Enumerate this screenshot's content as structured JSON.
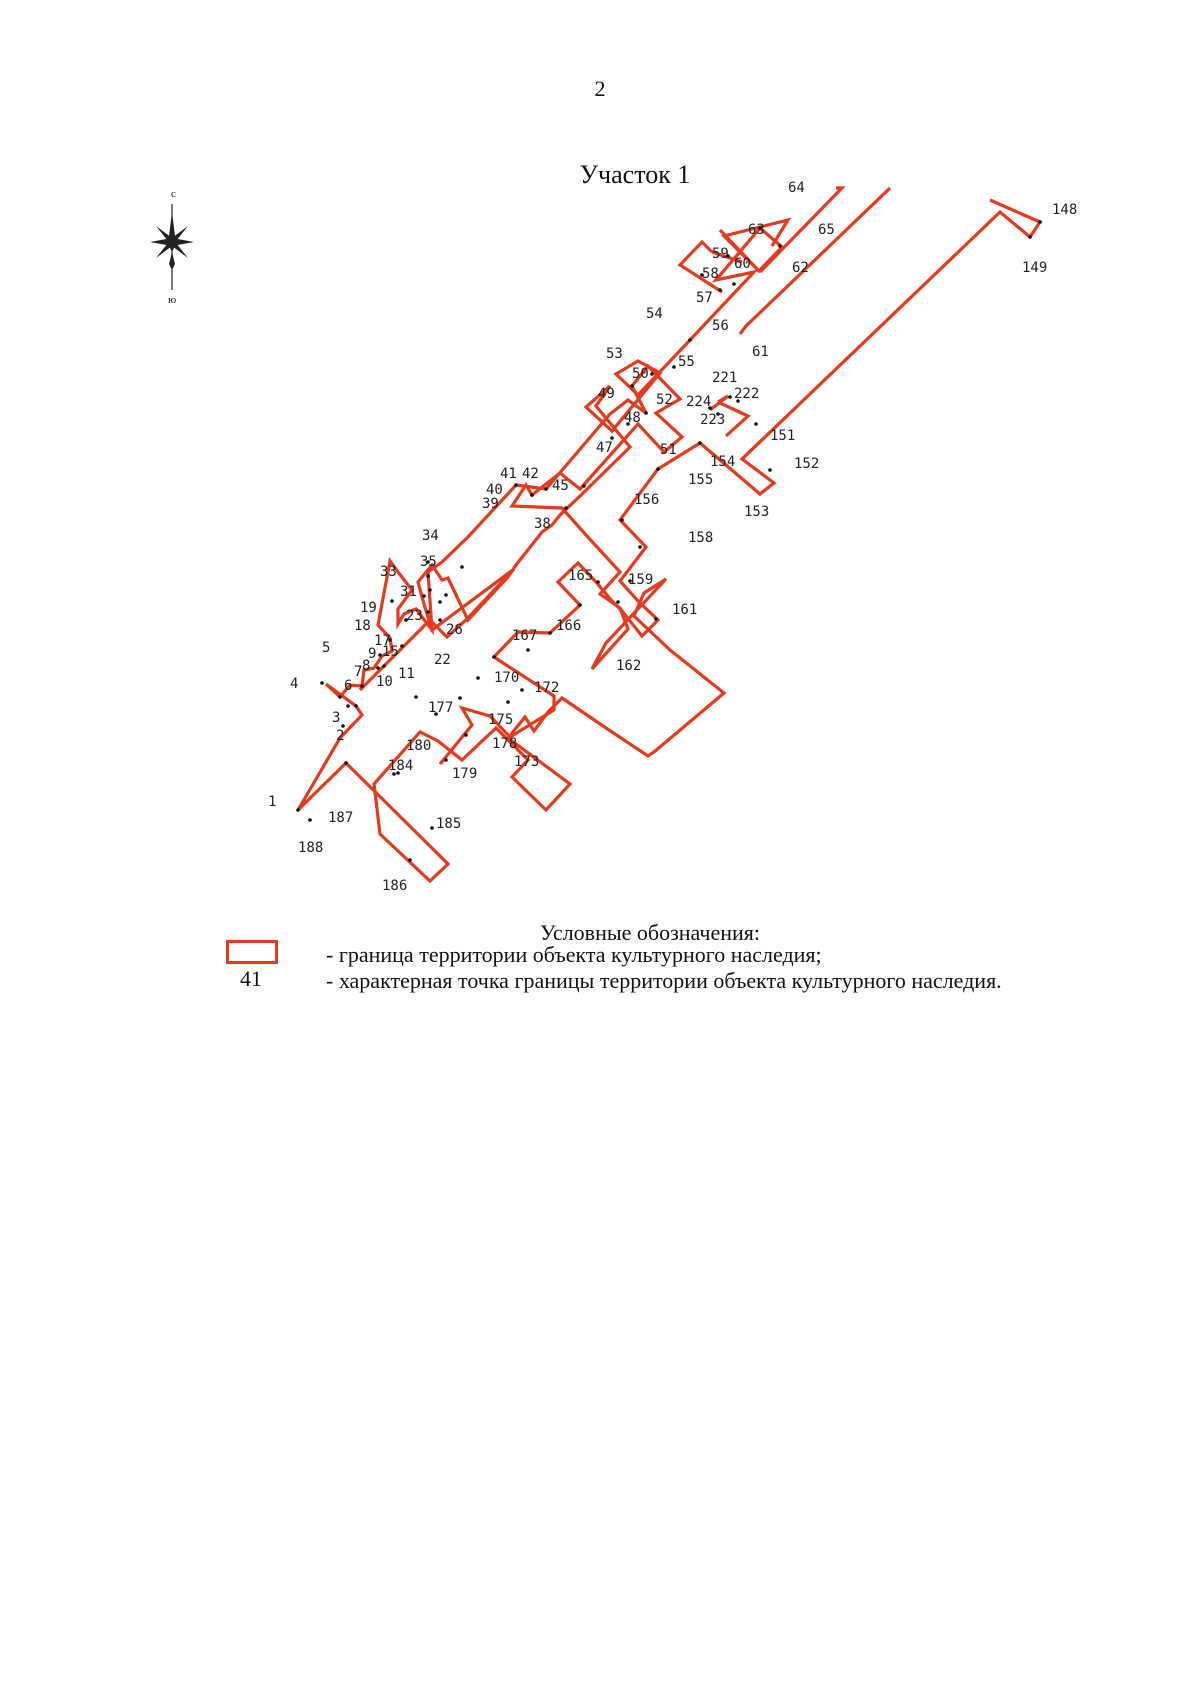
{
  "page_number": "2",
  "title": "Участок 1",
  "compass": {
    "north": "с",
    "south": "ю"
  },
  "boundary_color": "#e63a1e",
  "legend": {
    "title": "Условные обозначения:",
    "boundary_label": "- граница территории объекта культурного наследия;",
    "point_sample": "41",
    "point_label": "- характерная точка границы территории объекта культурного наследия."
  },
  "points": [
    "1",
    "2",
    "3",
    "4",
    "5",
    "6",
    "7",
    "8",
    "9",
    "10",
    "11",
    "15",
    "17",
    "18",
    "19",
    "22",
    "23",
    "26",
    "31",
    "33",
    "34",
    "35",
    "38",
    "39",
    "40",
    "41",
    "42",
    "45",
    "47",
    "48",
    "49",
    "50",
    "51",
    "52",
    "53",
    "54",
    "55",
    "56",
    "57",
    "58",
    "59",
    "60",
    "61",
    "62",
    "63",
    "64",
    "65",
    "148",
    "149",
    "151",
    "152",
    "153",
    "154",
    "155",
    "156",
    "158",
    "159",
    "161",
    "162",
    "165",
    "166",
    "167",
    "170",
    "172",
    "173",
    "175",
    "177",
    "178",
    "179",
    "180",
    "184",
    "185",
    "186",
    "187",
    "188",
    "221",
    "222",
    "223",
    "224"
  ]
}
